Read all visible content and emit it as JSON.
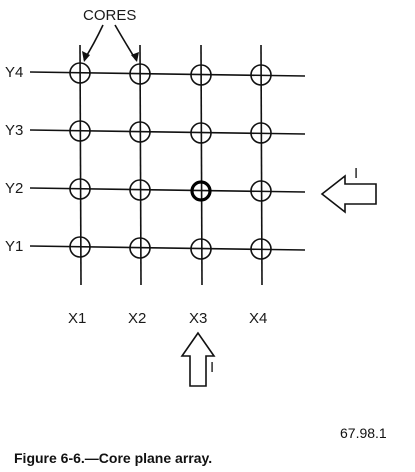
{
  "diagram": {
    "cores_label": "CORES",
    "row_labels": [
      "Y4",
      "Y3",
      "Y2",
      "Y1"
    ],
    "column_labels": [
      "X1",
      "X2",
      "X3",
      "X4"
    ],
    "selected_core": {
      "column": "X3",
      "row": "Y2"
    },
    "current_label_row": "I",
    "current_label_column": "I",
    "figure_number": "67.98.1",
    "caption": "Figure 6-6.—Core plane array."
  }
}
